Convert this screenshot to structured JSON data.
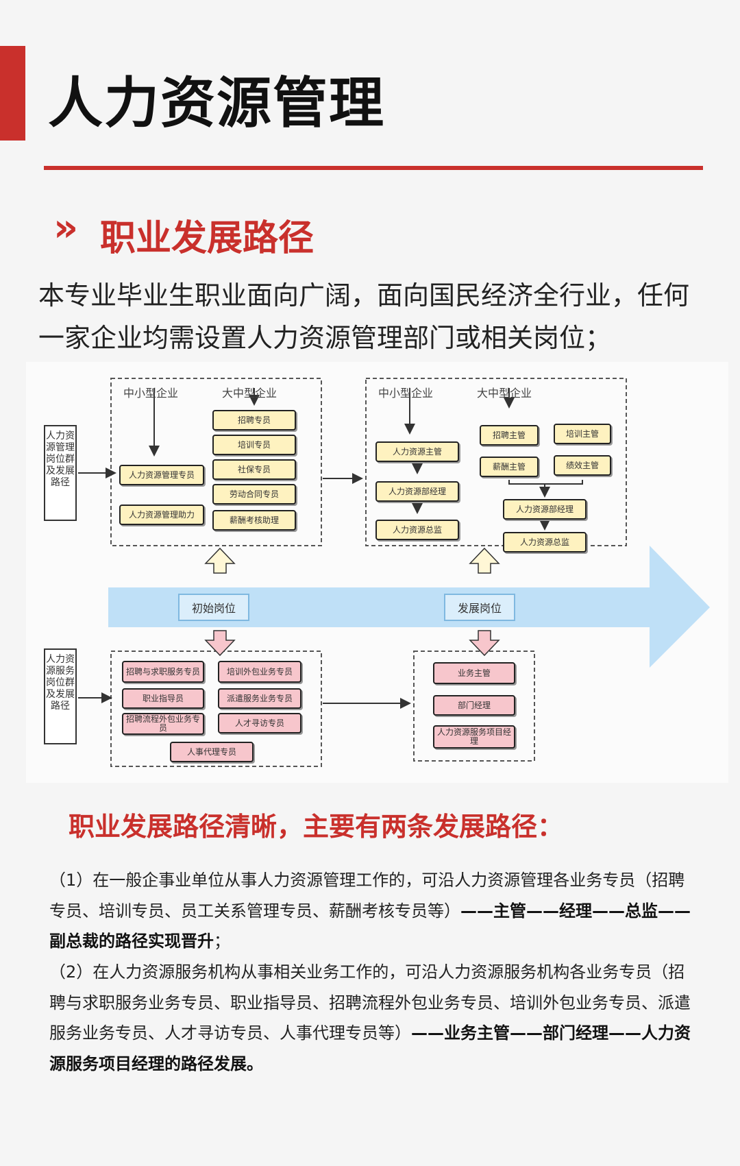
{
  "page": {
    "title": "人力资源管理",
    "section_title": "职业发展路径",
    "section_arrow": "»",
    "intro": "本专业毕业生职业面向广阔，面向国民经济全行业，任何一家企业均需设置人力资源管理部门或相关岗位；",
    "subheading": "职业发展路径清晰，主要有两条发展路径：",
    "accent_color": "#c9302c"
  },
  "diagram": {
    "side_labels": [
      "人力资源管理岗位群及发展路径",
      "人力资源服务岗位群及发展路径"
    ],
    "top_left": {
      "small_company": "中小型企业",
      "large_company": "大中型企业",
      "small_roles": [
        "人力资源管理专员",
        "人力资源管理助力"
      ],
      "large_roles": [
        "招聘专员",
        "培训专员",
        "社保专员",
        "劳动合同专员",
        "薪酬考核助理"
      ]
    },
    "top_right": {
      "small_company": "中小型企业",
      "large_company": "大中型企业",
      "small_roles": [
        "人力资源主管",
        "人力资源部经理",
        "人力资源总监"
      ],
      "large_roles": [
        "招聘主管",
        "培训主管",
        "薪酬主管",
        "绩效主管",
        "人力资源部经理",
        "人力资源总监"
      ]
    },
    "band": {
      "initial": "初始岗位",
      "development": "发展岗位",
      "color": "#bfe0f7"
    },
    "bottom_left": {
      "roles": [
        "招聘与求职服务专员",
        "培训外包业务专员",
        "职业指导员",
        "派遣服务业务专员",
        "招聘流程外包业务专员",
        "人才寻访专员",
        "人事代理专员"
      ]
    },
    "bottom_right": {
      "roles": [
        "业务主管",
        "部门经理",
        "人力资源服务项目经理"
      ]
    }
  },
  "paragraphs": {
    "p1_text": "（1）在一般企事业单位从事人力资源管理工作的，可沿人力资源管理各业务专员（招聘专员、培训专员、员工关系管理专员、薪酬考核专员等）",
    "p1_bold": "——主管——经理——总监——副总裁的路径实现晋升",
    "p1_end": "；",
    "p2_text": "（2）在人力资源服务机构从事相关业务工作的，可沿人力资源服务机构各业务专员（招聘与求职服务业务专员、职业指导员、招聘流程外包业务专员、培训外包业务专员、派遣服务业务专员、人才寻访专员、人事代理专员等）",
    "p2_bold": "——业务主管——部门经理——人力资源服务项目经理的路径发展。"
  }
}
